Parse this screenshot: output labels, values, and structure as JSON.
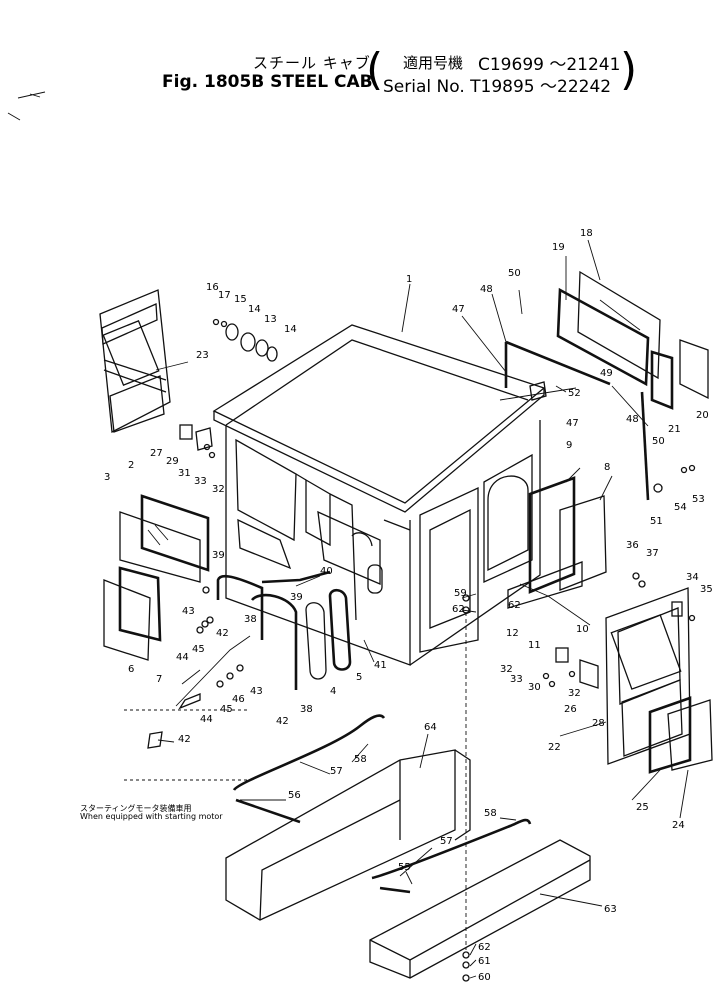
{
  "header": {
    "jp_title": "スチール キャブ",
    "fig_title": "Fig. 1805B STEEL CAB",
    "serial_label_jp": "適用号機",
    "serial_line1": "C19699 ～21241",
    "serial_line2": "Serial No. T19895 ～22242",
    "paren_open": "(",
    "paren_close": ")"
  },
  "note": {
    "jp": "スターティングモータ装備車用",
    "en": "When equipped with starting motor"
  },
  "callouts": [
    {
      "id": "c1",
      "label": "1"
    },
    {
      "id": "c2",
      "label": "2"
    },
    {
      "id": "c3",
      "label": "3"
    },
    {
      "id": "c4",
      "label": "4"
    },
    {
      "id": "c5",
      "label": "5"
    },
    {
      "id": "c6",
      "label": "6"
    },
    {
      "id": "c7",
      "label": "7"
    },
    {
      "id": "c8",
      "label": "8"
    },
    {
      "id": "c9",
      "label": "9"
    },
    {
      "id": "c10",
      "label": "10"
    },
    {
      "id": "c11",
      "label": "11"
    },
    {
      "id": "c12",
      "label": "12"
    },
    {
      "id": "c13",
      "label": "13"
    },
    {
      "id": "c14a",
      "label": "14"
    },
    {
      "id": "c14b",
      "label": "14"
    },
    {
      "id": "c15",
      "label": "15"
    },
    {
      "id": "c16",
      "label": "16"
    },
    {
      "id": "c17",
      "label": "17"
    },
    {
      "id": "c18",
      "label": "18"
    },
    {
      "id": "c19",
      "label": "19"
    },
    {
      "id": "c20",
      "label": "20"
    },
    {
      "id": "c21",
      "label": "21"
    },
    {
      "id": "c22",
      "label": "22"
    },
    {
      "id": "c23",
      "label": "23"
    },
    {
      "id": "c24",
      "label": "24"
    },
    {
      "id": "c25",
      "label": "25"
    },
    {
      "id": "c26",
      "label": "26"
    },
    {
      "id": "c27",
      "label": "27"
    },
    {
      "id": "c28",
      "label": "28"
    },
    {
      "id": "c29",
      "label": "29"
    },
    {
      "id": "c30",
      "label": "30"
    },
    {
      "id": "c31",
      "label": "31"
    },
    {
      "id": "c32a",
      "label": "32"
    },
    {
      "id": "c32b",
      "label": "32"
    },
    {
      "id": "c32c",
      "label": "32"
    },
    {
      "id": "c33a",
      "label": "33"
    },
    {
      "id": "c33b",
      "label": "33"
    },
    {
      "id": "c34",
      "label": "34"
    },
    {
      "id": "c35",
      "label": "35"
    },
    {
      "id": "c36",
      "label": "36"
    },
    {
      "id": "c37",
      "label": "37"
    },
    {
      "id": "c38a",
      "label": "38"
    },
    {
      "id": "c38b",
      "label": "38"
    },
    {
      "id": "c39a",
      "label": "39"
    },
    {
      "id": "c39b",
      "label": "39"
    },
    {
      "id": "c40",
      "label": "40"
    },
    {
      "id": "c41",
      "label": "41"
    },
    {
      "id": "c42a",
      "label": "42"
    },
    {
      "id": "c42b",
      "label": "42"
    },
    {
      "id": "c42c",
      "label": "42"
    },
    {
      "id": "c43a",
      "label": "43"
    },
    {
      "id": "c43b",
      "label": "43"
    },
    {
      "id": "c44a",
      "label": "44"
    },
    {
      "id": "c44b",
      "label": "44"
    },
    {
      "id": "c45a",
      "label": "45"
    },
    {
      "id": "c45b",
      "label": "45"
    },
    {
      "id": "c46",
      "label": "46"
    },
    {
      "id": "c47a",
      "label": "47"
    },
    {
      "id": "c47b",
      "label": "47"
    },
    {
      "id": "c48a",
      "label": "48"
    },
    {
      "id": "c48b",
      "label": "48"
    },
    {
      "id": "c49",
      "label": "49"
    },
    {
      "id": "c50a",
      "label": "50"
    },
    {
      "id": "c50b",
      "label": "50"
    },
    {
      "id": "c51",
      "label": "51"
    },
    {
      "id": "c52",
      "label": "52"
    },
    {
      "id": "c53",
      "label": "53"
    },
    {
      "id": "c54",
      "label": "54"
    },
    {
      "id": "c55",
      "label": "55"
    },
    {
      "id": "c56",
      "label": "56"
    },
    {
      "id": "c57a",
      "label": "57"
    },
    {
      "id": "c57b",
      "label": "57"
    },
    {
      "id": "c58a",
      "label": "58"
    },
    {
      "id": "c58b",
      "label": "58"
    },
    {
      "id": "c59",
      "label": "59"
    },
    {
      "id": "c60",
      "label": "60"
    },
    {
      "id": "c61",
      "label": "61"
    },
    {
      "id": "c62a",
      "label": "62"
    },
    {
      "id": "c62b",
      "label": "62"
    },
    {
      "id": "c62c",
      "label": "62"
    },
    {
      "id": "c63",
      "label": "63"
    },
    {
      "id": "c64",
      "label": "64"
    }
  ]
}
